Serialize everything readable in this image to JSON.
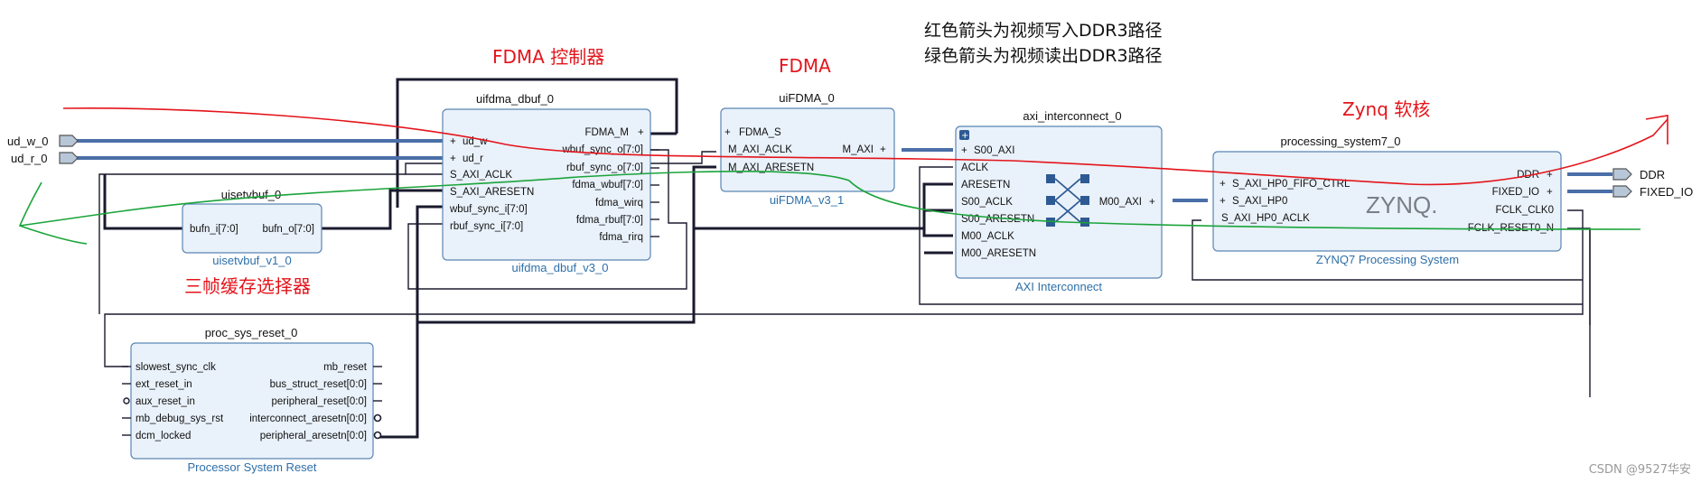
{
  "notes": {
    "fdma_ctrl": "FDMA 控制器",
    "fdma": "FDMA",
    "line1": "红色箭头为视频写入DDR3路径",
    "line2": "绿色箭头为视频读出DDR3路径",
    "zynq": "Zynq 软核",
    "triple": "三帧缓存选择器"
  },
  "external_ports": {
    "in_w": "ud_w_0",
    "in_r": "ud_r_0",
    "ddr": "DDR",
    "fixed_io": "FIXED_IO"
  },
  "blocks": {
    "uifdma": {
      "title": "uifdma_dbuf_0",
      "subtitle": "uifdma_dbuf_v3_0",
      "left_ports": [
        "ud_w",
        "ud_r",
        "S_AXI_ACLK",
        "S_AXI_ARESETN",
        "wbuf_sync_i[7:0]",
        "rbuf_sync_i[7:0]"
      ],
      "right_ports": [
        "FDMA_M",
        "wbuf_sync_o[7:0]",
        "rbuf_sync_o[7:0]",
        "fdma_wbuf[7:0]",
        "fdma_wirq",
        "fdma_rbuf[7:0]",
        "fdma_rirq"
      ]
    },
    "uisetvbuf": {
      "title": "uisetvbuf_0",
      "subtitle": "uisetvbuf_v1_0",
      "left_ports": [
        "bufn_i[7:0]"
      ],
      "right_ports": [
        "bufn_o[7:0]"
      ]
    },
    "uiFDMA": {
      "title": "uiFDMA_0",
      "subtitle": "uiFDMA_v3_1",
      "left_ports": [
        "FDMA_S",
        "M_AXI_ACLK",
        "M_AXI_ARESETN"
      ],
      "right_ports": [
        "M_AXI"
      ]
    },
    "axi": {
      "title": "axi_interconnect_0",
      "subtitle": "AXI Interconnect",
      "left_ports": [
        "S00_AXI",
        "ACLK",
        "ARESETN",
        "S00_ACLK",
        "S00_ARESETN",
        "M00_ACLK",
        "M00_ARESETN"
      ],
      "right_ports": [
        "M00_AXI"
      ]
    },
    "ps7": {
      "title": "processing_system7_0",
      "subtitle": "ZYNQ7 Processing System",
      "logo": "ZYNQ.",
      "left_ports": [
        "S_AXI_HP0_FIFO_CTRL",
        "S_AXI_HP0",
        "S_AXI_HP0_ACLK"
      ],
      "right_ports": [
        "DDR",
        "FIXED_IO",
        "FCLK_CLK0",
        "FCLK_RESET0_N"
      ]
    },
    "reset": {
      "title": "proc_sys_reset_0",
      "subtitle": "Processor System Reset",
      "left_ports": [
        "slowest_sync_clk",
        "ext_reset_in",
        "aux_reset_in",
        "mb_debug_sys_rst",
        "dcm_locked"
      ],
      "right_ports": [
        "mb_reset",
        "bus_struct_reset[0:0]",
        "peripheral_reset[0:0]",
        "interconnect_aresetn[0:0]",
        "peripheral_aresetn[0:0]"
      ]
    }
  },
  "watermark": "CSDN @9527华安",
  "colors": {
    "block_fill": "#e9f1fa",
    "block_stroke": "#5b86b5",
    "bus": "#4a6fa8",
    "write_path": "#e4141b",
    "read_path": "#1aa43a"
  }
}
